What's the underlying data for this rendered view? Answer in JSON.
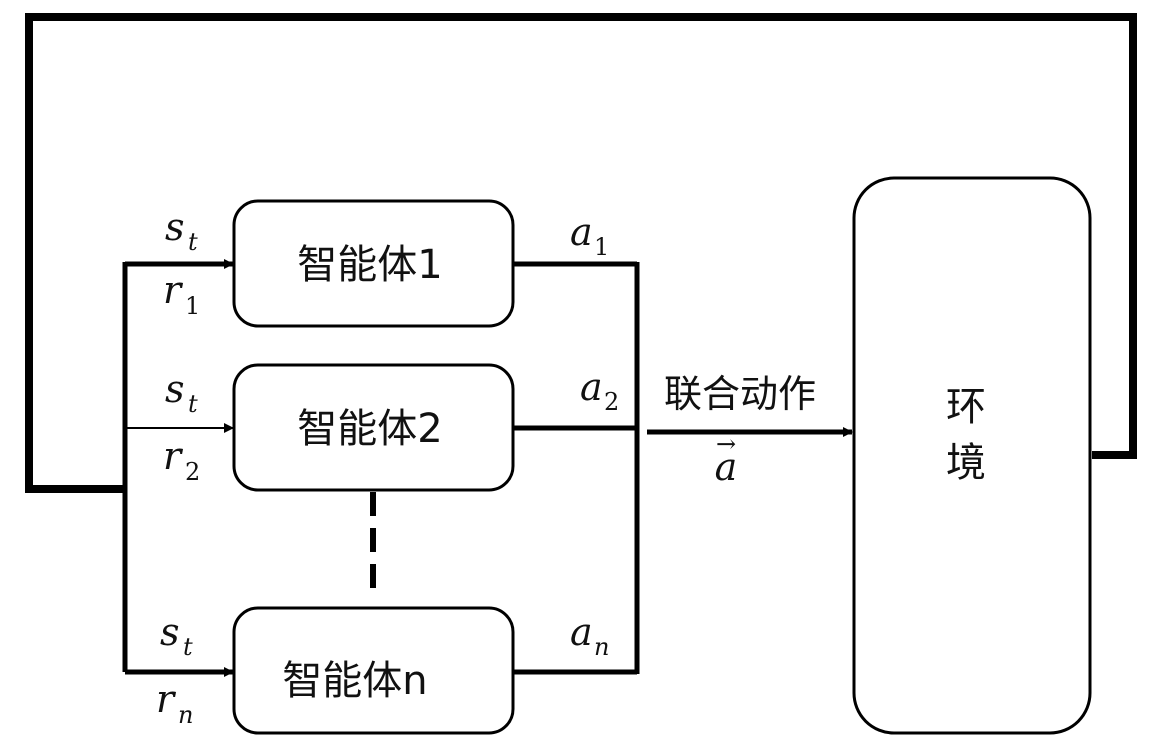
{
  "agents": [
    {
      "label": "智能体1",
      "state": "s",
      "state_sub": "t",
      "reward": "r",
      "reward_sub": "1",
      "action": "a",
      "action_sub": "1"
    },
    {
      "label": "智能体2",
      "state": "s",
      "state_sub": "t",
      "reward": "r",
      "reward_sub": "2",
      "action": "a",
      "action_sub": "2"
    },
    {
      "label": "智能体n",
      "state": "s",
      "state_sub": "t",
      "reward": "r",
      "reward_sub": "n",
      "action": "a",
      "action_sub": "n"
    }
  ],
  "joint_action": {
    "label": "联合动作",
    "symbol": "a",
    "vector_arrow": "→"
  },
  "environment": {
    "label_line1": "环",
    "label_line2": "境"
  },
  "colors": {
    "stroke": "#000000",
    "text": "#111111",
    "background": "#ffffff"
  }
}
